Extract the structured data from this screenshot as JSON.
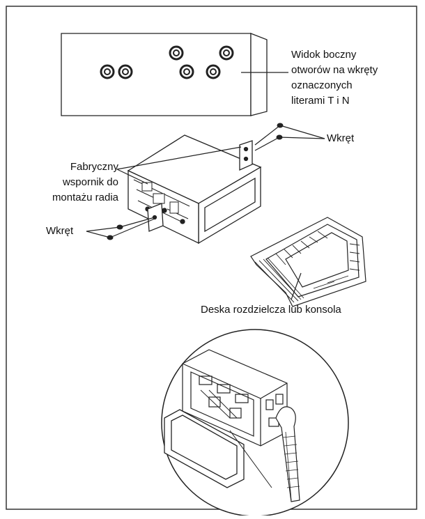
{
  "labels": {
    "side_view": [
      "Widok boczny",
      "otworów na wkręty",
      "oznaczonych",
      "literami T i N"
    ],
    "screw_top": "Wkręt",
    "factory_bracket": [
      "Fabryczny",
      "wspornik do",
      "montażu radia"
    ],
    "screw_left": "Wkręt",
    "dashboard": "Deska rozdzielcza lub konsola"
  },
  "colors": {
    "line": "#222222",
    "frame": "#333333",
    "background": "#ffffff"
  }
}
